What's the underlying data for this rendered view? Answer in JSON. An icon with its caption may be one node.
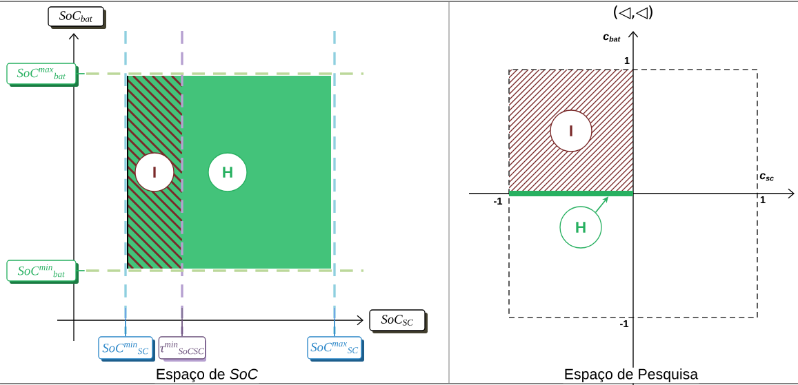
{
  "diagram": {
    "nodes": [
      {
        "text": [
          "SoC$_{bat}$"
        ]
      },
      {
        "text": [
          "SoC$^{max}$$_{bat}$"
        ]
      },
      {
        "text": [
          "SoC$^{min}$$_{bat}$"
        ]
      },
      {
        "text": [
          "SoC$_{SC}$"
        ]
      },
      {
        "text": [
          "SoC$^{min}$$_{SC}$"
        ]
      },
      {
        "text": [
          "τ$^{min}$$_{SoCSC}$"
        ]
      },
      {
        "text": [
          "SoC$^{max}$$_{SC}$"
        ]
      },
      {
        "text": [
          "I"
        ]
      },
      {
        "text": [
          "H"
        ]
      },
      {
        "text": [
          "I"
        ]
      },
      {
        "text": [
          "H"
        ]
      },
      {
        "text": [],
        "shape": "bar"
      }
    ],
    "edges": [
      {
        "from": 1,
        "to": null,
        "arrow": "none",
        "color": "#27b060"
      },
      {
        "from": 2,
        "to": null,
        "arrow": "none",
        "color": "#27b060"
      },
      {
        "from": 4,
        "to": null,
        "arrow": "none",
        "color": "#2a86c8"
      },
      {
        "from": 5,
        "to": null,
        "arrow": "none",
        "color": "#6a4f7a"
      },
      {
        "from": 6,
        "to": null,
        "arrow": "none",
        "color": "#2a86c8"
      },
      {
        "from": 10,
        "to": 11,
        "arrow": "to",
        "color": "#27b060"
      }
    ],
    "labels": [
      "(◁,◁)",
      "c$_{bat}$",
      "1",
      "c$_{sc}$",
      "-1",
      "1",
      "-1",
      "Espaço de *SoC*",
      "Espaço de Pesquisa"
    ]
  }
}
